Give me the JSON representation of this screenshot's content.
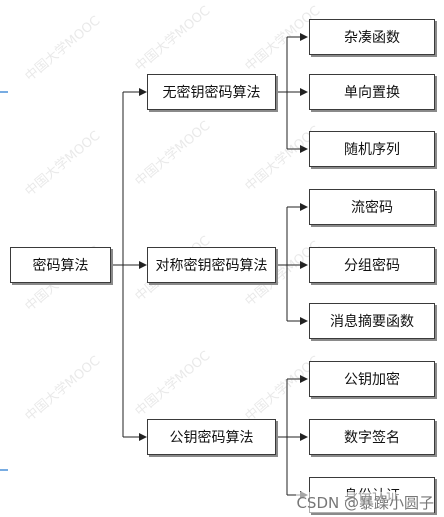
{
  "root": {
    "label": "密码算法"
  },
  "categories": [
    {
      "label": "无密钥密码算法",
      "children": [
        "杂凑函数",
        "单向置换",
        "随机序列"
      ]
    },
    {
      "label": "对称密钥密码算法",
      "children": [
        "流密码",
        "分组密码",
        "消息摘要函数"
      ]
    },
    {
      "label": "公钥密码算法",
      "children": [
        "公钥加密",
        "数字签名",
        "身份认证"
      ]
    }
  ],
  "watermark": "中国大学MOOC",
  "credit": "CSDN @暴躁小圆子",
  "colors": {
    "line": "#222222",
    "border": "#3a3a3a",
    "shadow": "#8a8a8a",
    "edge_mark": "#4a90d9"
  }
}
